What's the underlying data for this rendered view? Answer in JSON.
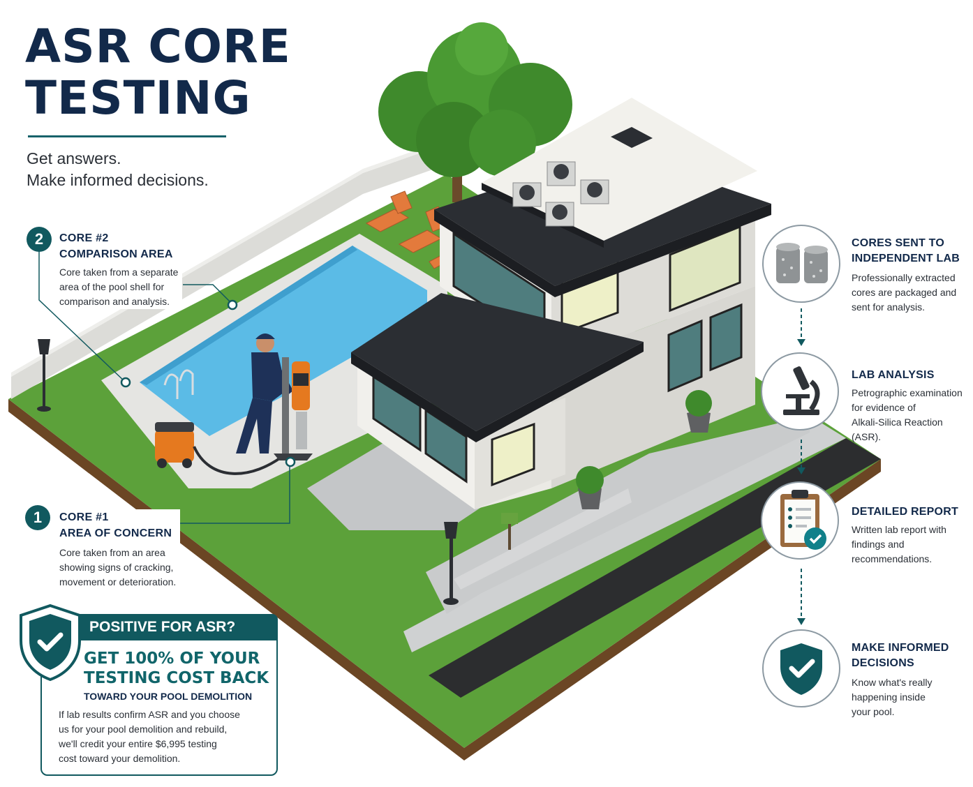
{
  "header": {
    "title_line1": "ASR CORE",
    "title_line2": "TESTING",
    "subtitle_line1": "Get answers.",
    "subtitle_line2": "Make informed decisions."
  },
  "callouts": [
    {
      "number": "2",
      "title_line1": "CORE #2",
      "title_line2": "COMPARISON AREA",
      "body": [
        "Core taken from a separate",
        "area of the pool shell for",
        "comparison and analysis."
      ]
    },
    {
      "number": "1",
      "title_line1": "CORE #1",
      "title_line2": "AREA OF CONCERN",
      "body": [
        "Core taken from an area",
        "showing signs of cracking,",
        "movement or deterioration."
      ]
    }
  ],
  "steps": [
    {
      "icon": "core-samples-icon",
      "title_line1": "CORES SENT TO",
      "title_line2": "INDEPENDENT LAB",
      "body": [
        "Professionally extracted",
        "cores are packaged and",
        "sent for analysis."
      ]
    },
    {
      "icon": "microscope-icon",
      "title_line1": "LAB ANALYSIS",
      "title_line2": "",
      "body": [
        "Petrographic examination",
        "for evidence of",
        "Alkali-Silica Reaction (ASR)."
      ]
    },
    {
      "icon": "clipboard-report-icon",
      "title_line1": "DETAILED REPORT",
      "title_line2": "",
      "body": [
        "Written lab report with",
        "findings and",
        "recommendations."
      ]
    },
    {
      "icon": "shield-check-icon",
      "title_line1": "MAKE INFORMED",
      "title_line2": "DECISIONS",
      "body": [
        "Know what's really",
        "happening inside",
        "your pool."
      ]
    }
  ],
  "promo": {
    "tag": "POSITIVE FOR ASR?",
    "headline_line1": "GET 100% OF YOUR",
    "headline_line2": "TESTING COST BACK",
    "subhead": "TOWARD YOUR POOL DEMOLITION",
    "body": [
      "If lab results confirm ASR and you choose",
      "us for your pool demolition and rebuild,",
      "we'll credit your entire $6,995 testing",
      "cost toward your demolition."
    ]
  },
  "colors": {
    "navy": "#12294a",
    "teal": "#11595f",
    "grass": "#5ca13a",
    "pool_water": "#5bbbe6",
    "roof": "#2b2e33",
    "concrete": "#c7c9cb",
    "asphalt": "#2c2d2f",
    "tool_orange": "#e5791f"
  }
}
